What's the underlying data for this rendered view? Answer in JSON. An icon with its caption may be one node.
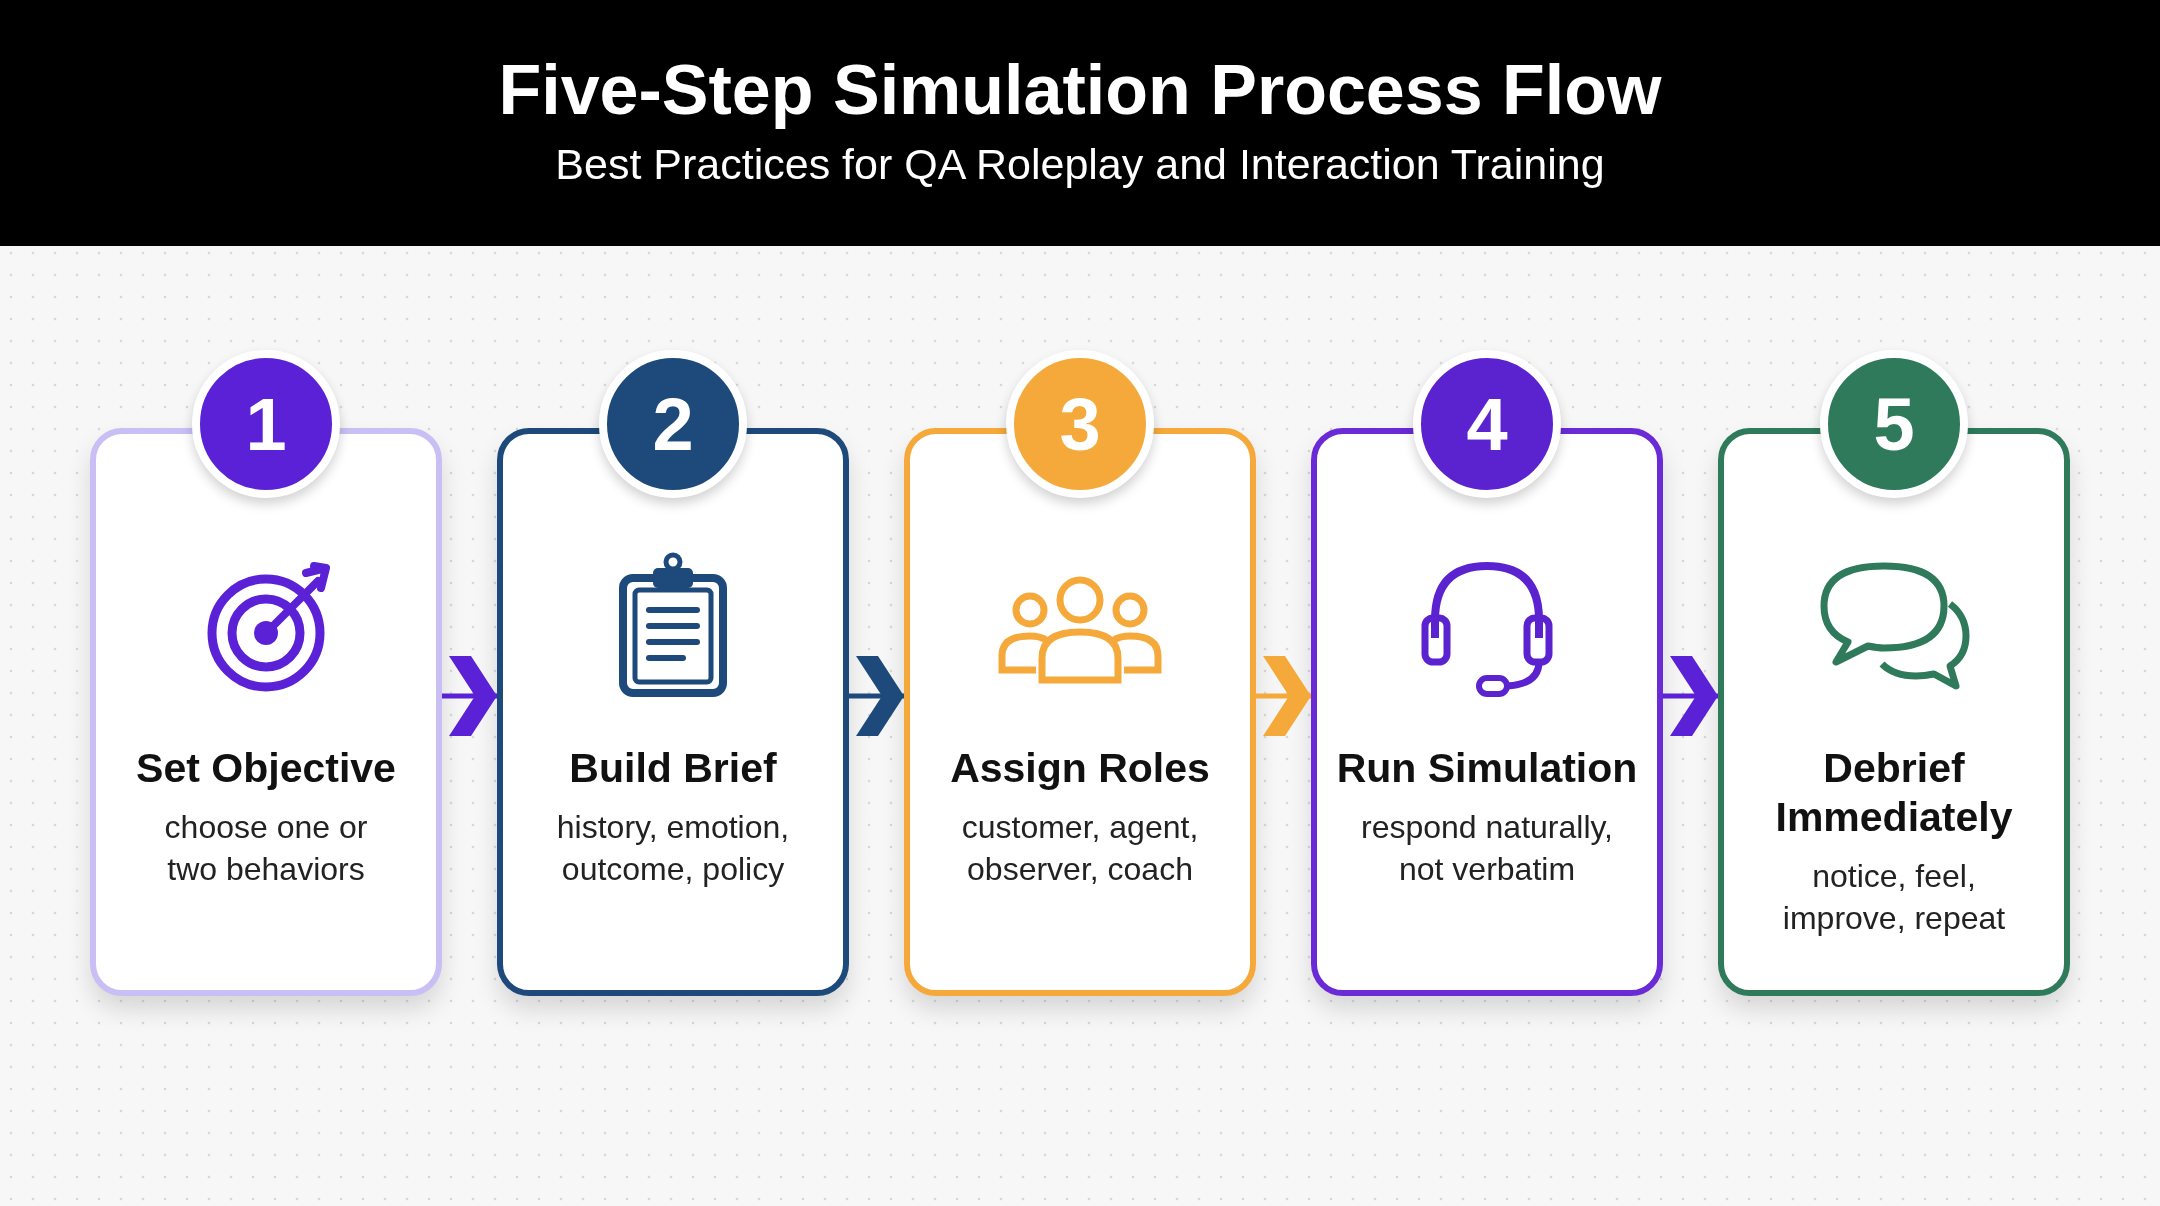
{
  "diagram": {
    "title": "Five-Step Simulation Process Flow",
    "caption": "Best Practices for QA Roleplay and Interaction Training",
    "nodes": [
      {
        "text": [
          "1",
          "Set Objective",
          "choose one or two behaviors"
        ]
      },
      {
        "text": [
          "2",
          "Build Brief",
          "history, emotion, outcome, policy"
        ]
      },
      {
        "text": [
          "3",
          "Assign Roles",
          "customer, agent, observer, coach"
        ]
      },
      {
        "text": [
          "4",
          "Run Simulation",
          "respond naturally, not verbatim"
        ]
      },
      {
        "text": [
          "5",
          "Debrief Immediately",
          "notice, feel, improve, repeat"
        ]
      }
    ],
    "edges": [
      {
        "from": 0,
        "to": 1,
        "arrow": "to",
        "color": "#5b21d6"
      },
      {
        "from": 1,
        "to": 2,
        "arrow": "to",
        "color": "#1d4a7a"
      },
      {
        "from": 2,
        "to": 3,
        "arrow": "to",
        "color": "#f5a93a"
      },
      {
        "from": 3,
        "to": 4,
        "arrow": "to",
        "color": "#5b21d6"
      }
    ]
  }
}
